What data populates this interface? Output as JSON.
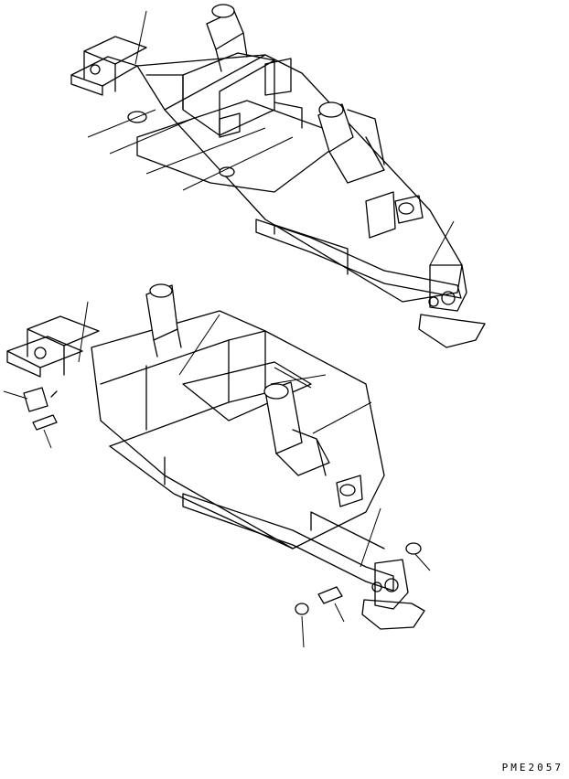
{
  "figure": {
    "drawing_code": "PME2057",
    "assemblies": [
      "upper-frame-assembly",
      "lower-frame-assembly"
    ],
    "line_color": "#000000",
    "background_color": "#ffffff"
  }
}
